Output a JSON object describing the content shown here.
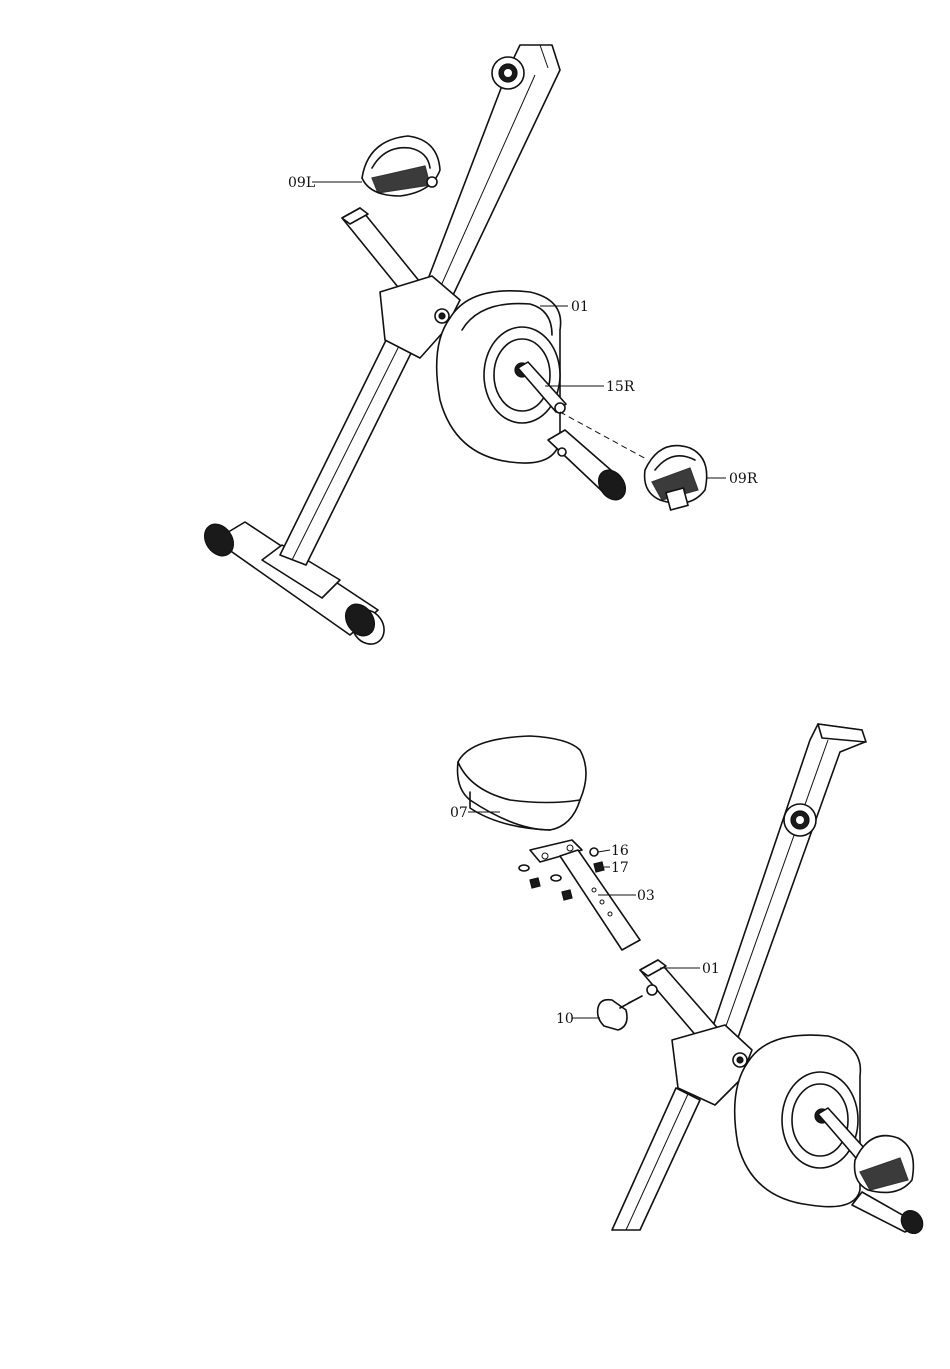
{
  "figure_1": {
    "callouts": {
      "left_pedal": "09L",
      "main_frame": "01",
      "right_crank": "15R",
      "right_pedal": "09R"
    }
  },
  "figure_2": {
    "callouts": {
      "saddle": "07",
      "washer": "16",
      "nut": "17",
      "seat_post": "03",
      "main_frame": "01",
      "knob": "10"
    }
  }
}
